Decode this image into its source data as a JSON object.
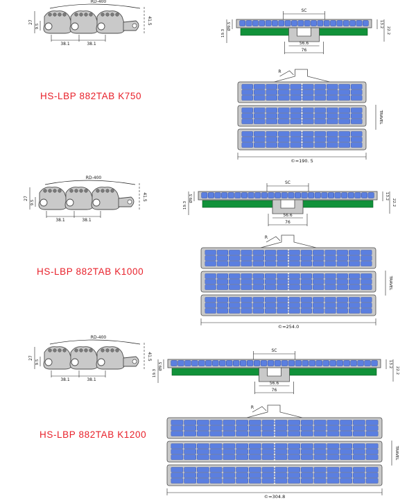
{
  "colors": {
    "module": "#5b7fe0",
    "module_edge": "#2c4aa8",
    "base": "#c9c9c9",
    "base_edge": "#4a4a4a",
    "wear_strip": "#11923a",
    "title": "#e8202a",
    "dim_line": "#222222"
  },
  "sections": [
    {
      "title": "HS-LBP 882TAB K750",
      "side": {
        "radius": "RD-400",
        "pitch_1": "38.1",
        "pitch_2": "38.1",
        "height_total": "41.5",
        "height_left": "27",
        "hole": "9.5"
      },
      "cross": {
        "sc": "SC",
        "center_1": "56.6",
        "center_2": "76",
        "left_1": "19.3",
        "left_2": "Ø9.5",
        "right_1": "13.2",
        "right_2": "22.2"
      },
      "top": {
        "radius_mark": "R",
        "travel": "TRAVEL",
        "width_label": "©=190. 5"
      }
    },
    {
      "title": "HS-LBP 882TAB K1000",
      "side": {
        "radius": "RD-400",
        "pitch_1": "38.1",
        "pitch_2": "38.1",
        "height_total": "41.5",
        "height_left": "27",
        "hole": "9.5"
      },
      "cross": {
        "sc": "SC",
        "center_1": "56.6",
        "center_2": "76",
        "left_1": "19.3",
        "left_2": "Ø9.5",
        "right_1": "13.2",
        "right_2": "22.2"
      },
      "top": {
        "radius_mark": "R",
        "travel": "TRAVEL",
        "width_label": "©=254.0"
      }
    },
    {
      "title": "HS-LBP 882TAB K1200",
      "side": {
        "radius": "RD-400",
        "pitch_1": "38.1",
        "pitch_2": "38.1",
        "height_total": "41.5",
        "height_left": "27",
        "hole": "9.5"
      },
      "cross": {
        "sc": "SC",
        "center_1": "56.6",
        "center_2": "76",
        "left_1": "19.3",
        "left_2": "Ø9.5",
        "right_1": "13.2",
        "right_2": "22.2"
      },
      "top": {
        "radius_mark": "R",
        "travel": "TRAVEL",
        "width_label": "©=304.8"
      }
    }
  ]
}
